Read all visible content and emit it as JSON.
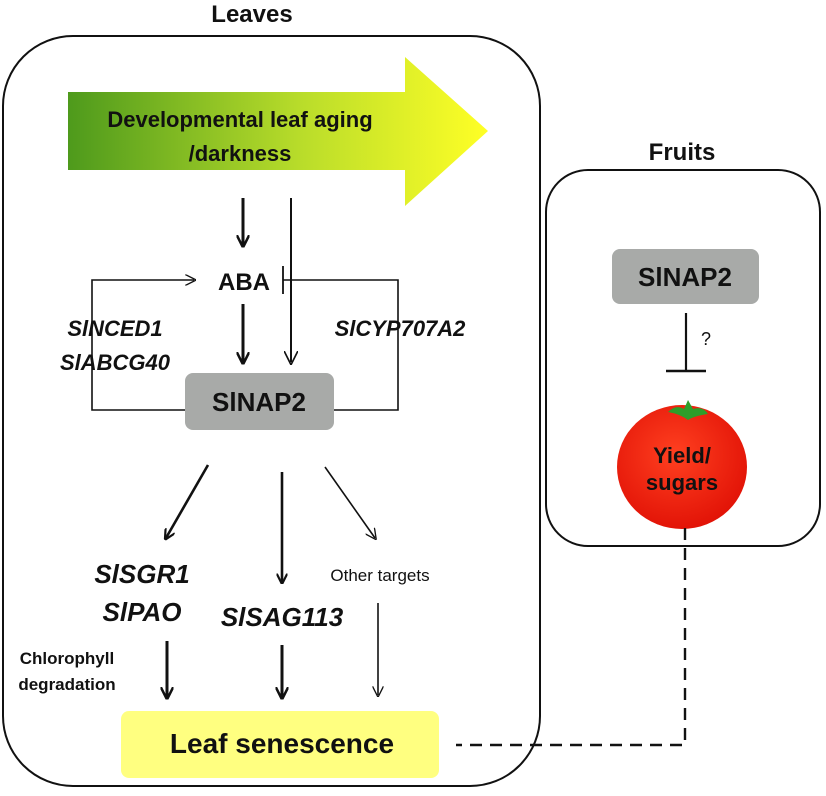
{
  "leaves_panel": {
    "title": "Leaves",
    "arrow_label_line1": "Developmental leaf aging",
    "arrow_label_line2": "/darkness",
    "aba": "ABA",
    "left_genes_line1": "SlNCED1",
    "left_genes_line2": "SlABCG40",
    "right_gene": "SlCYP707A2",
    "center_box": "SlNAP2",
    "target_genes_left_line1": "SlSGR1",
    "target_genes_left_line2": "SlPAO",
    "target_gene_middle": "SlSAG113",
    "other_targets": "Other targets",
    "chlorophyll_line1": "Chlorophyll",
    "chlorophyll_line2": "degradation",
    "senescence_box": "Leaf senescence"
  },
  "fruits_panel": {
    "title": "Fruits",
    "box": "SlNAP2",
    "question": "?",
    "tomato_line1": "Yield/",
    "tomato_line2": "sugars"
  },
  "colors": {
    "gradient_start": "#4e9a1c",
    "gradient_end": "#ffff26",
    "nap2_box": "#a8aaa8",
    "senescence_box": "#ffff80",
    "tomato": "#f01a0a",
    "stem": "#2e9e2a"
  }
}
